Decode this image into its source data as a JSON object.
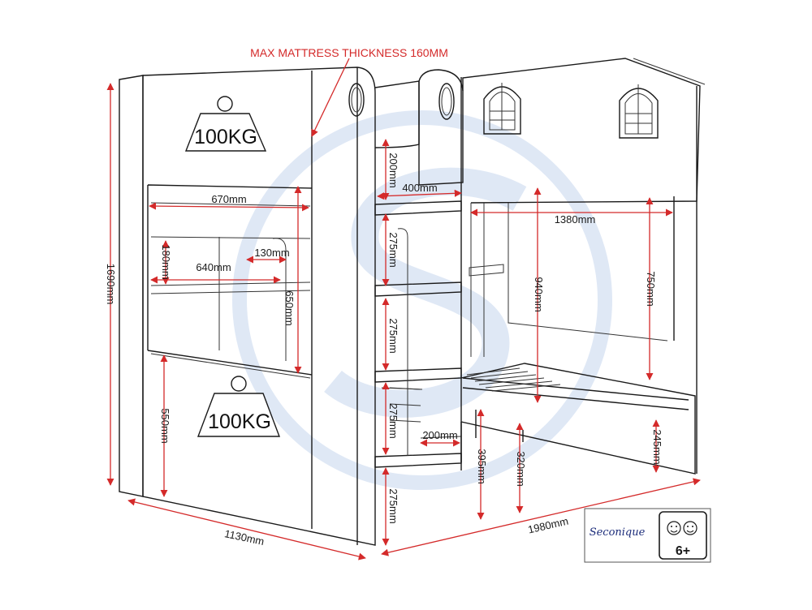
{
  "title": "MAX MATTRESS THICKNESS 160MM",
  "weight_labels": [
    "100KG",
    "100KG"
  ],
  "dimensions": {
    "overall_height": "1690mm",
    "depth": "1130mm",
    "length": "1980mm",
    "upper_inner_width": "670mm",
    "shelf_width": "640mm",
    "shelf_height": "180mm",
    "shelf_depth": "130mm",
    "upper_inner_height": "650mm",
    "lower_panel_height": "550mm",
    "ladder_top_gap": "200mm",
    "ladder_width": "400mm",
    "step_gap_1": "275mm",
    "step_gap_2": "275mm",
    "step_gap_3": "275mm",
    "step_gap_4": "275mm",
    "step_depth": "200mm",
    "inner_length": "1380mm",
    "headboard_height": "940mm",
    "footboard_height": "750mm",
    "lower_clearance_1": "395mm",
    "lower_clearance_2": "320mm",
    "lower_clearance_3": "245mm"
  },
  "badge": {
    "brand": "Seconique",
    "age": "6+"
  },
  "colors": {
    "dimension": "#d42a2a",
    "title": "#d42a2a",
    "line": "#1a1a1a",
    "watermark": "#dce6f5"
  }
}
